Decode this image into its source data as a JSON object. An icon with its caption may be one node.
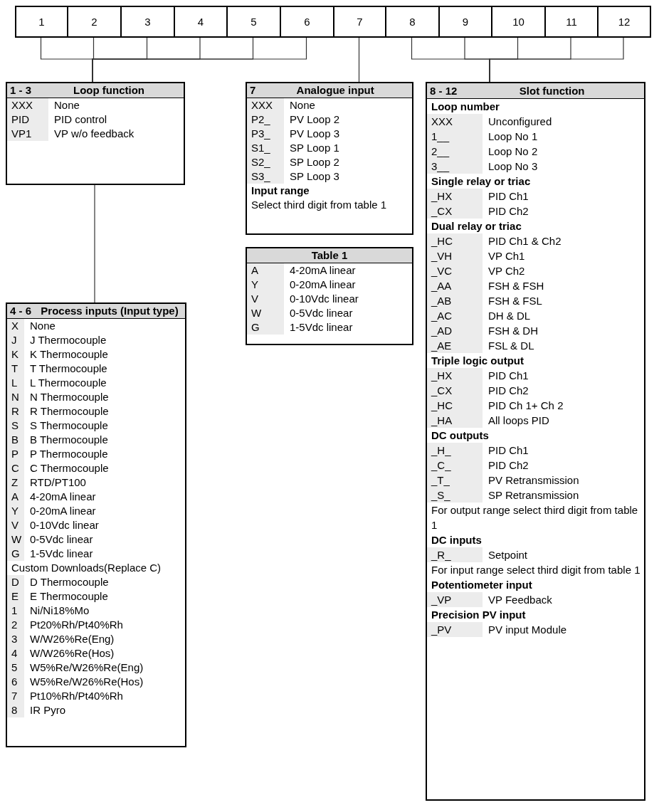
{
  "diagram": {
    "nodes": [
      {
        "text": [
          "1"
        ]
      },
      {
        "text": [
          "2"
        ]
      },
      {
        "text": [
          "3"
        ]
      },
      {
        "text": [
          "4"
        ]
      },
      {
        "text": [
          "5"
        ]
      },
      {
        "text": [
          "6"
        ]
      },
      {
        "text": [
          "7"
        ]
      },
      {
        "text": [
          "8"
        ]
      },
      {
        "text": [
          "9"
        ]
      },
      {
        "text": [
          "10"
        ]
      },
      {
        "text": [
          "11"
        ]
      },
      {
        "text": [
          "12"
        ]
      },
      {
        "text": [
          "1 - 3",
          "Loop function",
          "XXX",
          "None",
          "PID",
          "PID control",
          "VP1",
          "VP w/o feedback"
        ]
      },
      {
        "text": [
          "4 - 6",
          "Process inputs (Input type)",
          "X",
          "None",
          "J",
          "J Thermocouple",
          "K",
          "K Thermocouple",
          "T",
          "T Thermocouple",
          "L",
          "L Thermocouple",
          "N",
          "N Thermocouple",
          "R",
          "R Thermocouple",
          "S",
          "S Thermocouple",
          "B",
          "B Thermocouple",
          "P",
          "P Thermocouple",
          "C",
          "C Thermocouple",
          "Z",
          "RTD/PT100",
          "A",
          "4-20mA linear",
          "Y",
          "0-20mA linear",
          "V",
          "0-10Vdc linear",
          "W",
          "0-5Vdc linear",
          "G",
          "1-5Vdc linear",
          "Custom Downloads(Replace C)",
          "D",
          "D Thermocouple",
          "E",
          "E Thermocouple",
          "1",
          "Ni/Ni18%Mo",
          "2",
          "Pt20%Rh/Pt40%Rh",
          "3",
          "W/W26%Re(Eng)",
          "4",
          "W/W26%Re(Hos)",
          "5",
          "W5%Re/W26%Re(Eng)",
          "6",
          "W5%Re/W26%Re(Hos)",
          "7",
          "Pt10%Rh/Pt40%Rh",
          "8",
          "IR Pyro"
        ]
      },
      {
        "text": [
          "7",
          "Analogue input",
          "XXX",
          "None",
          "P2_",
          "PV Loop 2",
          "P3_",
          "PV Loop 3",
          "S1_",
          "SP Loop 1",
          "S2_",
          "SP Loop 2",
          "S3_",
          "SP Loop 3",
          "Input range",
          "Select third digit from table 1"
        ]
      },
      {
        "text": [
          "Table 1",
          "A",
          "4-20mA linear",
          "Y",
          "0-20mA linear",
          "V",
          "0-10Vdc linear",
          "W",
          "0-5Vdc linear",
          "G",
          "1-5Vdc linear"
        ]
      },
      {
        "text": [
          "8 - 12",
          "Slot function",
          "Loop number",
          "XXX",
          "Unconfigured",
          "1__",
          "Loop No 1",
          "2__",
          "Loop No 2",
          "3__",
          "Loop No 3",
          "Single relay or triac",
          "_HX",
          "PID Ch1",
          "_CX",
          "PID Ch2",
          "Dual relay or triac",
          "_HC",
          "PID Ch1 & Ch2",
          "_VH",
          "VP Ch1",
          "_VC",
          "VP Ch2",
          "_AA",
          "FSH & FSH",
          "_AB",
          "FSH & FSL",
          "_AC",
          "DH & DL",
          "_AD",
          "FSH & DH",
          "_AE",
          "FSL & DL",
          "Triple logic output",
          "_HX",
          "PID Ch1",
          "_CX",
          "PID Ch2",
          "_HC",
          "PID Ch 1+ Ch 2",
          "_HA",
          "All loops PID",
          "DC outputs",
          "_H_",
          "PID Ch1",
          "_C_",
          "PID Ch2",
          "_T_",
          "PV Retransmission",
          "_S_",
          "SP Retransmission",
          "For output range select third digit from table 1",
          "DC inputs",
          "_R_",
          "Setpoint",
          "For input range select third digit from table 1",
          "Potentiometer input",
          "_VP",
          "VP Feedback",
          "Precision PV input",
          "_PV",
          "PV input Module"
        ]
      }
    ],
    "edges": [
      {
        "from": 0,
        "to": 12,
        "arrow": "none"
      },
      {
        "from": 1,
        "to": 12,
        "arrow": "none"
      },
      {
        "from": 2,
        "to": 12,
        "arrow": "none"
      },
      {
        "from": 3,
        "to": 12,
        "arrow": "none"
      },
      {
        "from": 4,
        "to": 12,
        "arrow": "none"
      },
      {
        "from": 5,
        "to": 12,
        "arrow": "none"
      },
      {
        "from": 12,
        "to": 13,
        "arrow": "none"
      },
      {
        "from": 6,
        "to": 14,
        "arrow": "none"
      },
      {
        "from": 7,
        "to": 16,
        "arrow": "none"
      },
      {
        "from": 8,
        "to": 16,
        "arrow": "none"
      },
      {
        "from": 9,
        "to": 16,
        "arrow": "none"
      },
      {
        "from": 10,
        "to": 16,
        "arrow": "none"
      },
      {
        "from": 11,
        "to": 16,
        "arrow": "none"
      }
    ]
  }
}
